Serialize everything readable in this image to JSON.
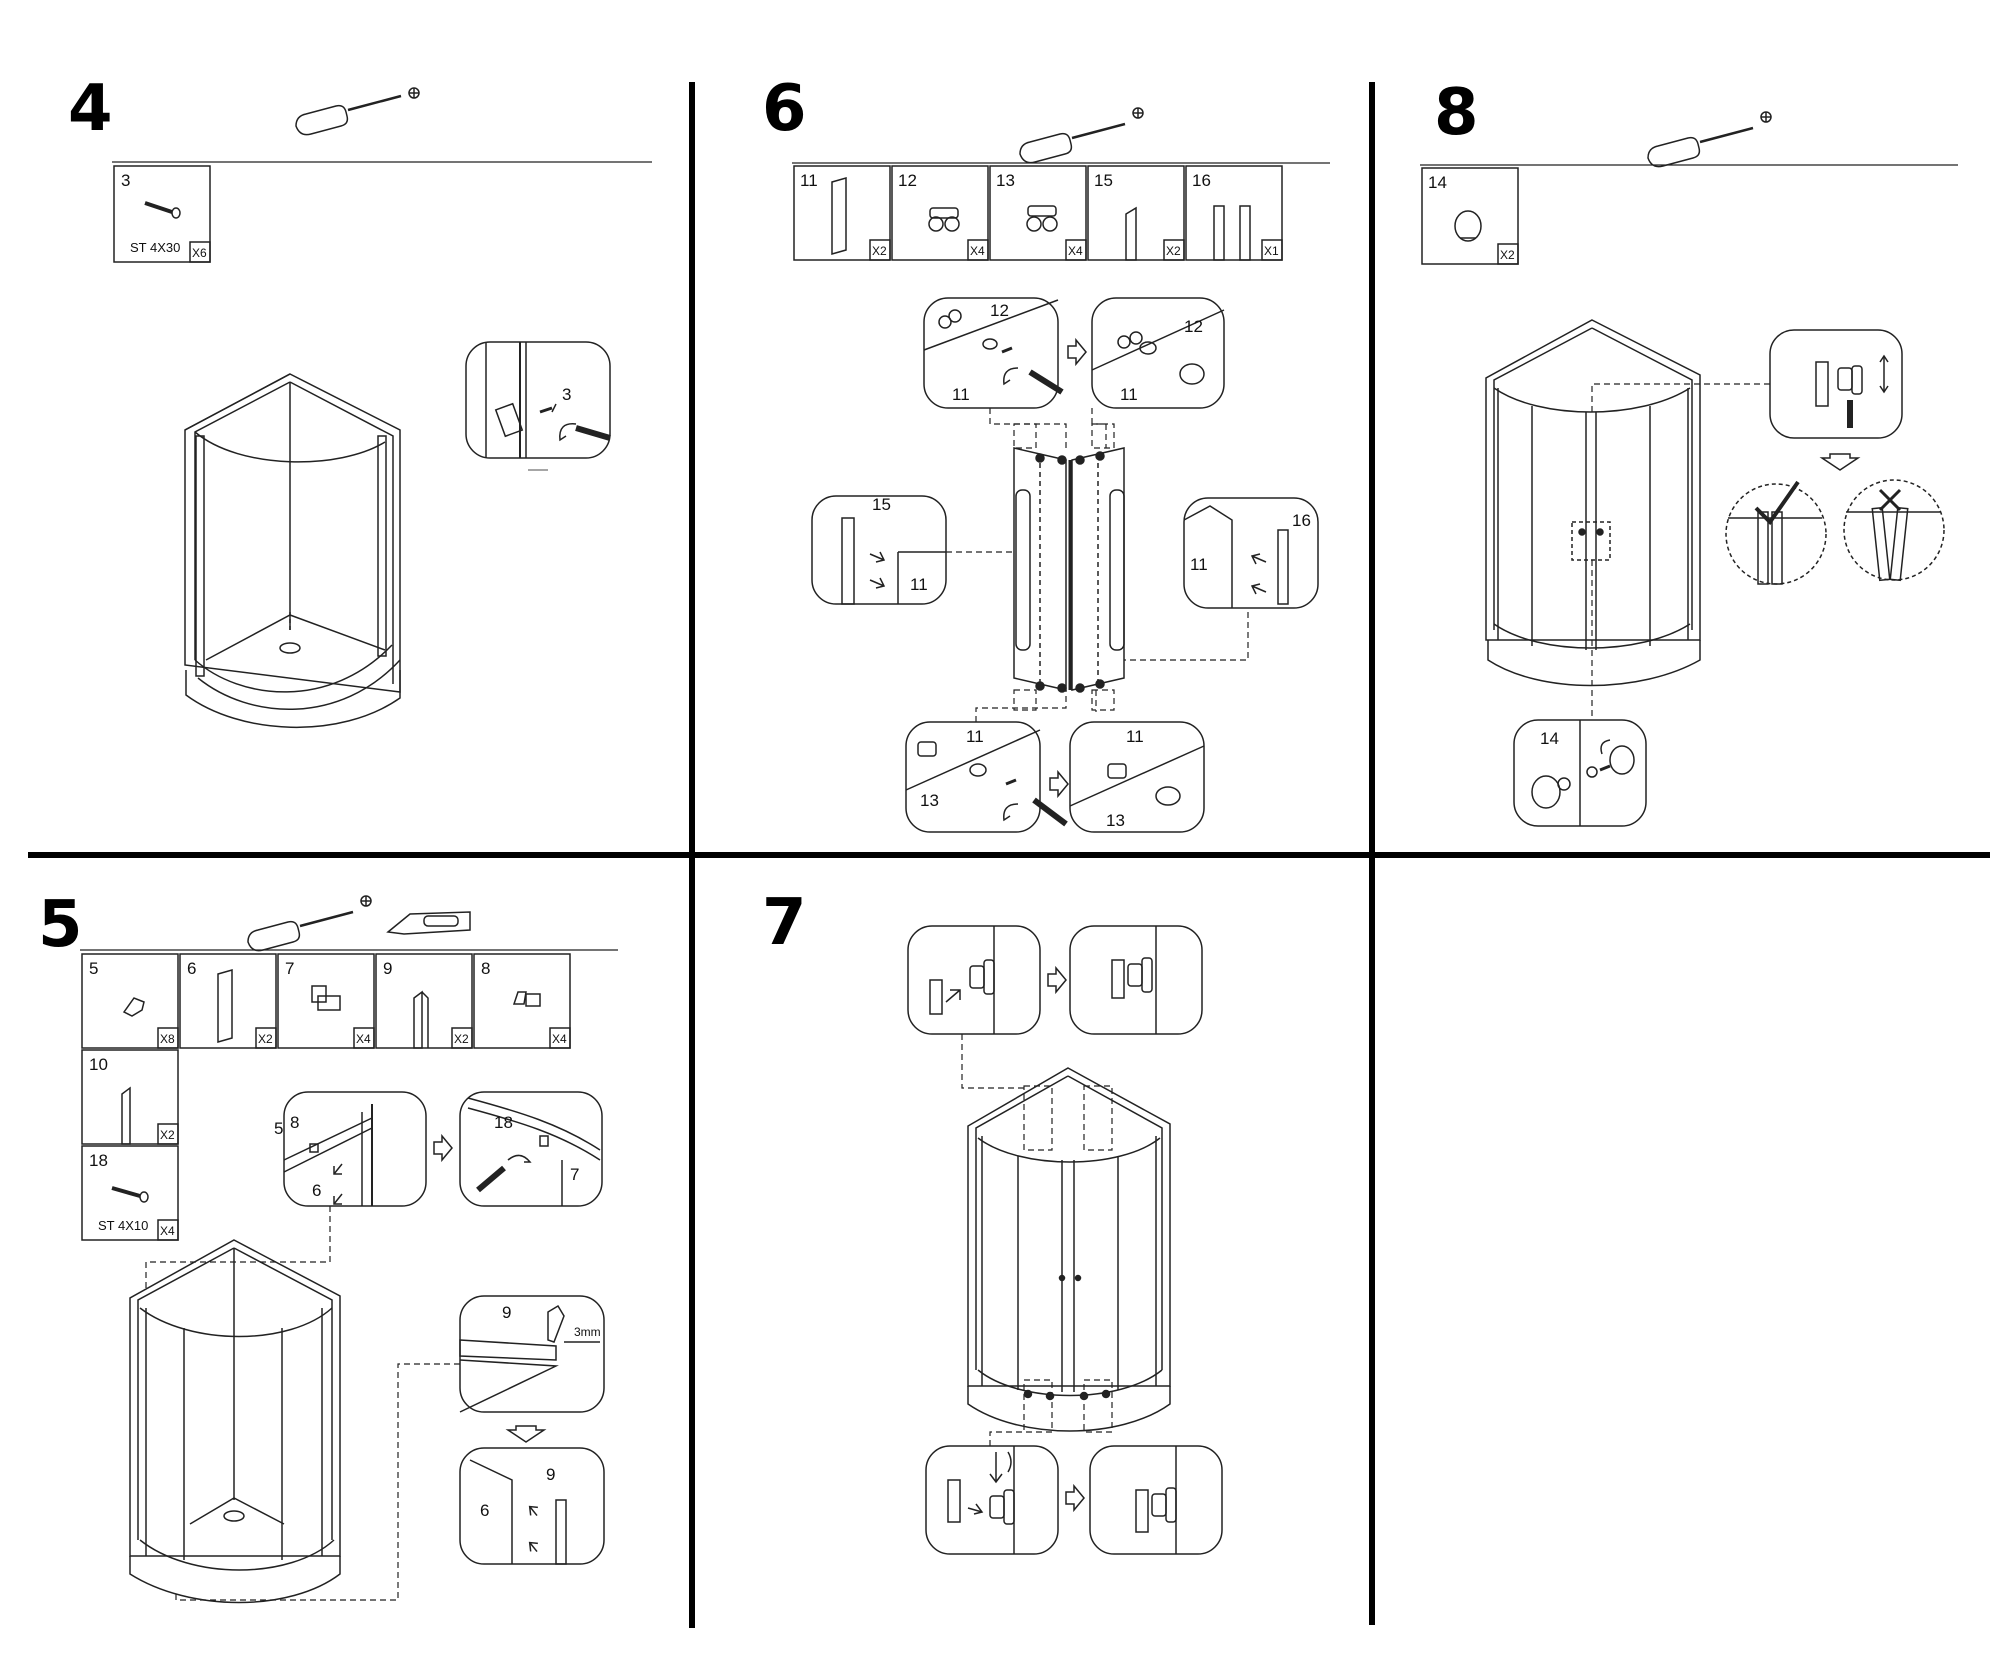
{
  "steps": [
    {
      "number": "4",
      "parts": [
        {
          "id": "3",
          "qty": "X6",
          "spec": "ST 4X30"
        }
      ],
      "callouts": [
        "3"
      ]
    },
    {
      "number": "6",
      "parts": [
        {
          "id": "11",
          "qty": "X2"
        },
        {
          "id": "12",
          "qty": "X4"
        },
        {
          "id": "13",
          "qty": "X4"
        },
        {
          "id": "15",
          "qty": "X2"
        },
        {
          "id": "16",
          "qty": "X1"
        }
      ],
      "callouts": [
        "12",
        "11",
        "12",
        "11",
        "15",
        "11",
        "16",
        "11",
        "11",
        "13",
        "11",
        "13"
      ]
    },
    {
      "number": "8",
      "parts": [
        {
          "id": "14",
          "qty": "X2"
        }
      ],
      "callouts": [
        "14"
      ]
    },
    {
      "number": "5",
      "parts": [
        {
          "id": "5",
          "qty": "X8"
        },
        {
          "id": "6",
          "qty": "X2"
        },
        {
          "id": "7",
          "qty": "X4"
        },
        {
          "id": "9",
          "qty": "X2"
        },
        {
          "id": "8",
          "qty": "X4"
        },
        {
          "id": "10",
          "qty": "X2"
        },
        {
          "id": "18",
          "qty": "X4",
          "spec": "ST 4X10"
        }
      ],
      "callouts": [
        "5",
        "8",
        "6",
        "18",
        "7",
        "9",
        "3mm",
        "6",
        "9"
      ]
    },
    {
      "number": "7",
      "parts": [],
      "callouts": []
    }
  ],
  "icons": [
    "screwdriver-icon",
    "utility-knife-icon",
    "arrow-right-icon",
    "arrow-down-icon",
    "checkmark-icon",
    "cross-icon"
  ]
}
